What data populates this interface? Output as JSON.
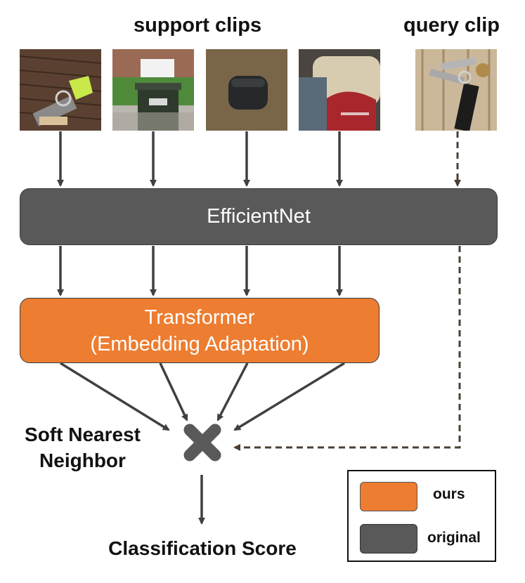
{
  "headers": {
    "support": "support clips",
    "query": "query clip"
  },
  "support_clips": [
    {
      "name": "keys-on-mat",
      "icon": "keys-with-yellow-tag"
    },
    {
      "name": "wheelie-bin",
      "icon": "green-wheelie-bin"
    },
    {
      "name": "dark-case",
      "icon": "dark-earbud-case"
    },
    {
      "name": "armchair-bag",
      "icon": "armchair-with-red-bag"
    }
  ],
  "query_clip": {
    "name": "keys-on-fence",
    "icon": "keys-on-fence"
  },
  "blocks": {
    "encoder": "EfficientNet",
    "transformer_line1": "Transformer",
    "transformer_line2": "(Embedding Adaptation)"
  },
  "labels": {
    "snn_line1": "Soft Nearest",
    "snn_line2": "Neighbor",
    "output": "Classification Score"
  },
  "legend": [
    {
      "label": "ours",
      "color": "#ED7D31"
    },
    {
      "label": "original",
      "color": "#595959"
    }
  ],
  "colors": {
    "ours": "#ED7D31",
    "original": "#595959",
    "arrow": "#404040",
    "dashed_arrow": "#4a3f35",
    "operator": "#595959"
  }
}
